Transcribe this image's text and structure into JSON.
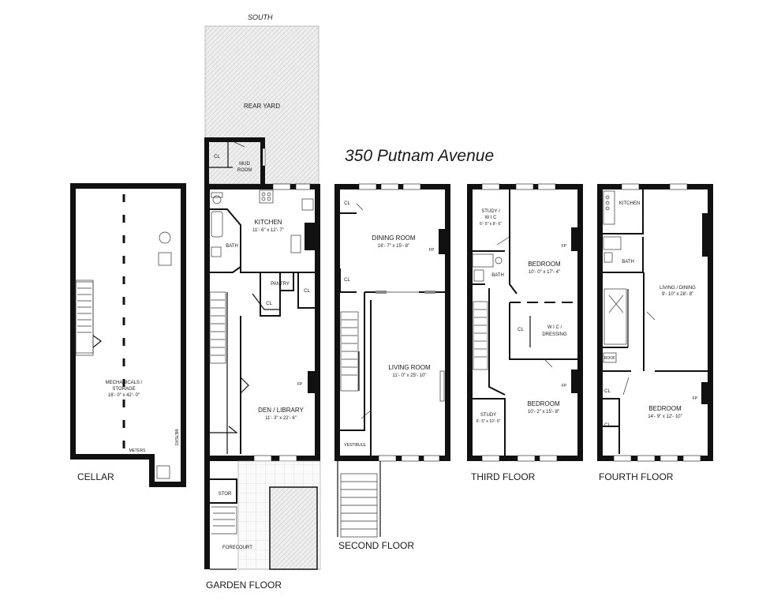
{
  "title": "350 Putnam Avenue",
  "orientation": "SOUTH",
  "floors": {
    "cellar": {
      "name": "CELLAR",
      "rooms": {
        "mechanicals_name_1": "MECHANICALS /",
        "mechanicals_name_2": "STORAGE",
        "mechanicals_dim": "16'- 0\" x 42'- 0\"",
        "meters_1": "METERS",
        "meters_2": "METERS"
      }
    },
    "garden": {
      "name": "GARDEN FLOOR",
      "rooms": {
        "rear_yard": "REAR YARD",
        "cl": "CL",
        "mud_1": "MUD",
        "mud_2": "ROOM",
        "kitchen": "KITCHEN",
        "kitchen_dim": "11'- 6\" x 12'- 7\"",
        "bath": "BATH",
        "pantry": "PANTRY",
        "cl2": "CL",
        "cl3": "CL",
        "fp": "FP",
        "den": "DEN / LIBRARY",
        "den_dim": "11'- 3\" x 22'- 6\"",
        "stor": "STOR",
        "forecourt": "FORECOURT"
      }
    },
    "second": {
      "name": "SECOND FLOOR",
      "rooms": {
        "cl1": "CL",
        "cl2": "CL",
        "dining": "DINING ROOM",
        "dining_dim": "16'- 7\" x 15'- 8\"",
        "fp1": "FP",
        "living": "LIVING ROOM",
        "living_dim": "11'- 0\" x 25'- 10\"",
        "vestibule": "VESTIBULE"
      }
    },
    "third": {
      "name": "THIRD FLOOR",
      "rooms": {
        "study_1": "STUDY /",
        "study_2": "W I C",
        "study_dim": "6'- 5\" x 8'- 6\"",
        "bedroom1": "BEDROOM",
        "bedroom1_dim": "10'- 0\" x 17'- 4\"",
        "fp1": "FP",
        "bath": "BATH",
        "cl": "CL",
        "wic_1": "W I C /",
        "wic_2": "DRESSING",
        "study2": "STUDY",
        "study2_dim": "6'- 5\" x 10'- 6\"",
        "bedroom2": "BEDROOM",
        "bedroom2_dim": "10'- 2\" x 15'- 8\"",
        "fp2": "FP"
      }
    },
    "fourth": {
      "name": "FOURTH FLOOR",
      "rooms": {
        "kitchen": "KITCHEN",
        "bath": "BATH",
        "living": "LIVING / DINING",
        "living_dim": "9'- 10\" x 28'- 8\"",
        "roof": "ROOF",
        "cl1": "CL",
        "cl2": "CL",
        "bedroom": "BEDROOM",
        "bedroom_dim": "14'- 9\" x 12'- 10\"",
        "fp": "FP"
      }
    }
  }
}
